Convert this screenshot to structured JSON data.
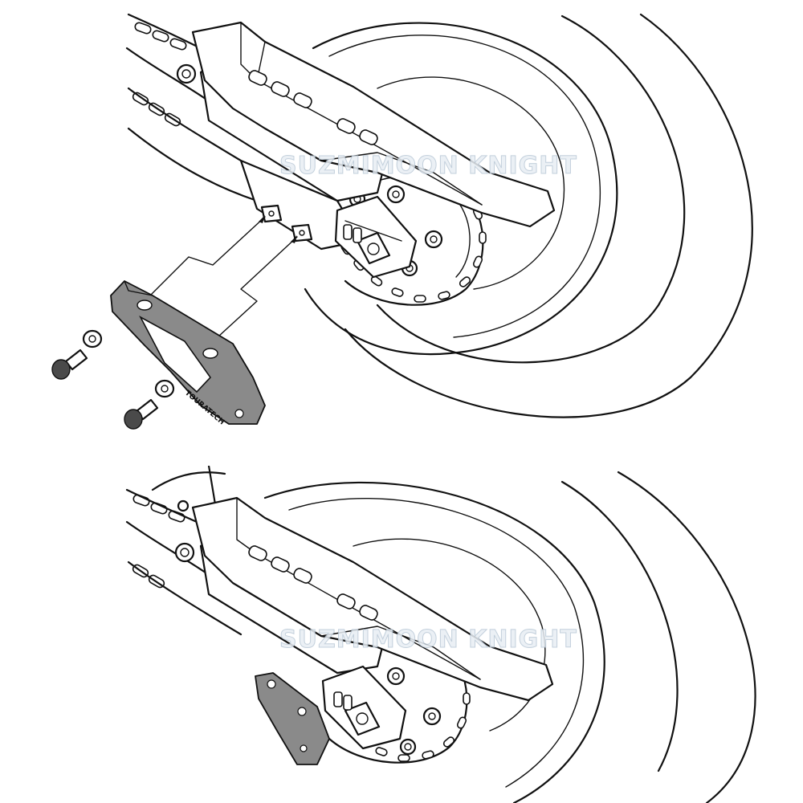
{
  "watermark": {
    "top": "SUZMIMOON KNIGHT",
    "bottom": "SUZMIMOON KNIGHT"
  },
  "plate_brand": "TOURATECH",
  "steps": [
    {
      "name": "installation-exploded-view",
      "parts": [
        "chain guide plate",
        "washer",
        "washer",
        "bolt",
        "bolt"
      ]
    },
    {
      "name": "installed-view"
    }
  ],
  "icons": [
    "bolt-icon",
    "washer-icon",
    "swingarm",
    "rear-wheel",
    "chain-guard",
    "sprocket"
  ]
}
